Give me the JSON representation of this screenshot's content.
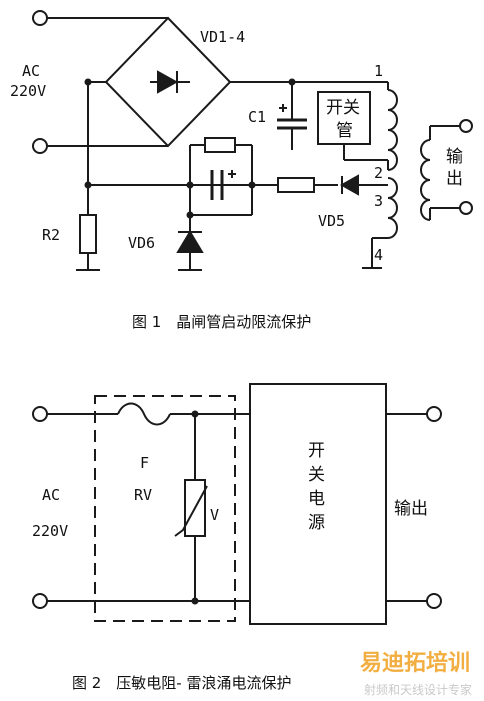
{
  "figure1": {
    "label_bridge": "VD1-4",
    "label_ac": "AC",
    "label_voltage": "220V",
    "label_c1": "C1",
    "label_switch_top": "开关",
    "label_switch_bottom": "管",
    "label_r2": "R2",
    "label_vd6": "VD6",
    "label_vd5": "VD5",
    "label_output_top": "输",
    "label_output_bottom": "出",
    "pin1": "1",
    "pin2": "2",
    "pin3": "3",
    "pin4": "4",
    "caption": "图 1　晶闸管启动限流保护"
  },
  "figure2": {
    "label_ac": "AC",
    "label_voltage": "220V",
    "label_fuse": "F",
    "label_rv": "RV",
    "label_v": "V",
    "psu_line1": "开",
    "psu_line2": "关",
    "psu_line3": "电",
    "psu_line4": "源",
    "label_output": "输出",
    "caption": "图 2　压敏电阻- 雷浪涌电流保护"
  },
  "watermark": {
    "brand": "易迪拓培训",
    "tagline": "射频和天线设计专家"
  }
}
